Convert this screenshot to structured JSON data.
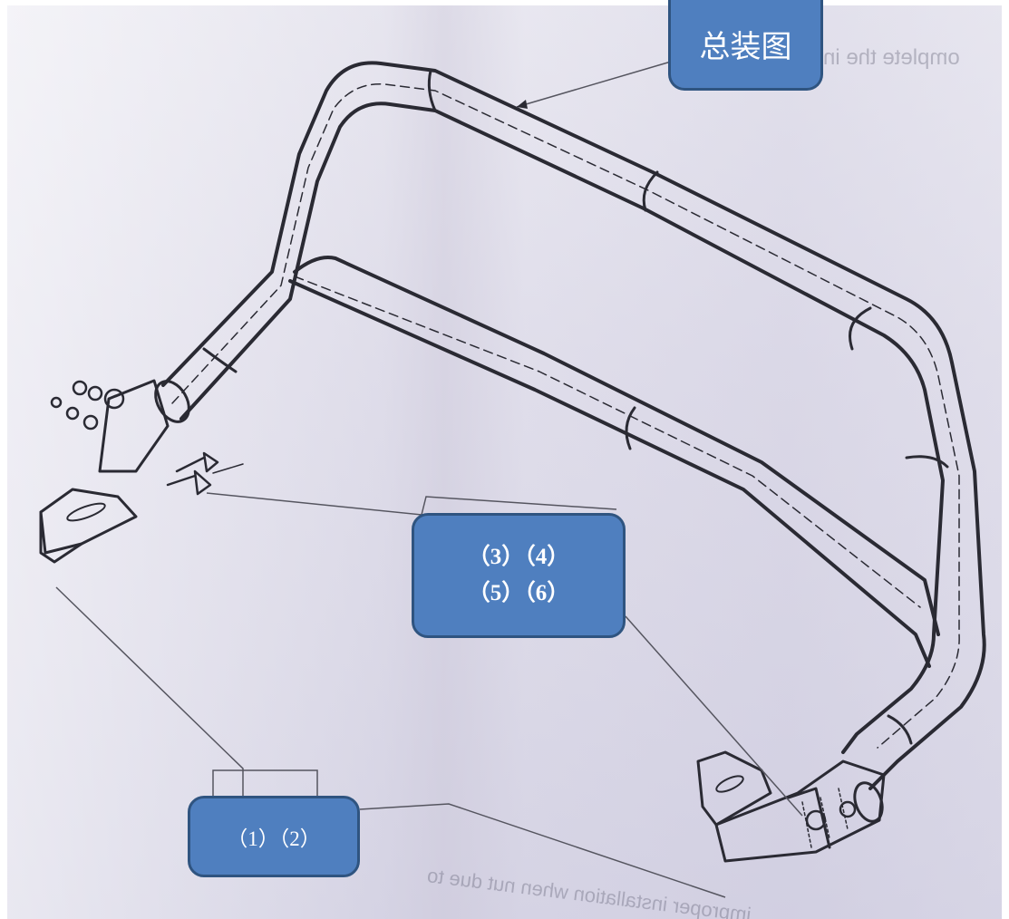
{
  "callouts": {
    "assembly": "总装图",
    "parts_mid_line1": "（3）（4）",
    "parts_mid_line2": "（5）（6）",
    "parts_low": "（1）（2）"
  },
  "show_through_text": {
    "top_right": "omplete the in",
    "bottom": "improper installation when  nut due to"
  },
  "colors": {
    "callout_fill": "#4f7fbf",
    "callout_border": "#2f5480",
    "line_art": "#2a2a33"
  }
}
